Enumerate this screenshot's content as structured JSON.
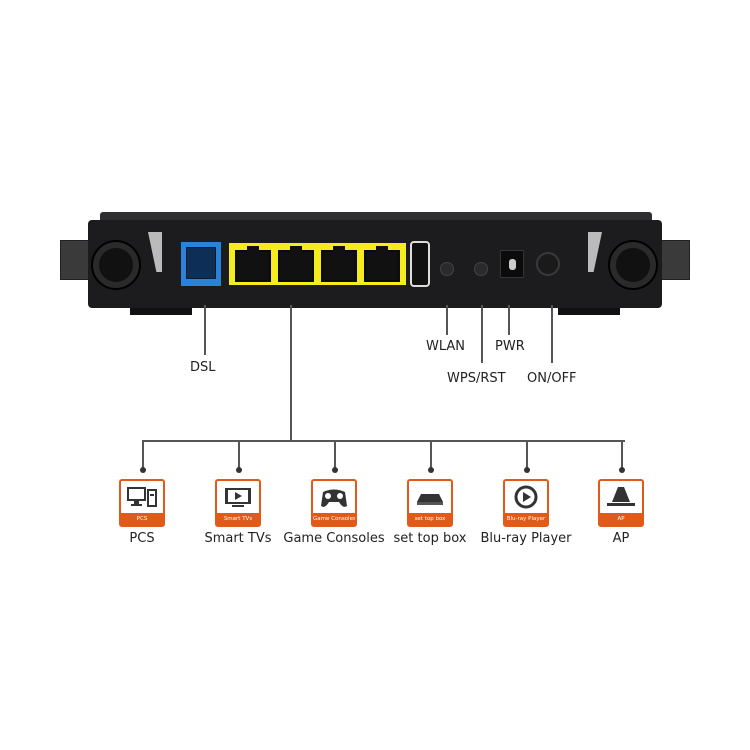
{
  "ports": {
    "dsl": "DSL",
    "wlan": "WLAN",
    "wps_rst": "WPS/RST",
    "pwr": "PWR",
    "on_off": "ON/OFF"
  },
  "devices": [
    {
      "label": "PCS",
      "badge": "PCS",
      "icon": "pc-icon"
    },
    {
      "label": "Smart TVs",
      "badge": "Smart TVs",
      "icon": "tv-icon"
    },
    {
      "label": "Game Consoles",
      "badge": "Game Consoles",
      "icon": "gamepad-icon"
    },
    {
      "label": "set top box",
      "badge": "set top box",
      "icon": "set-top-box-icon"
    },
    {
      "label": "Blu-ray Player",
      "badge": "Blu-ray Player",
      "icon": "play-icon"
    },
    {
      "label": "AP",
      "badge": "AP",
      "icon": "access-point-icon"
    }
  ],
  "colors": {
    "accent": "#e25a17",
    "lan": "#f5ec1e",
    "dsl": "#2b82d9"
  }
}
